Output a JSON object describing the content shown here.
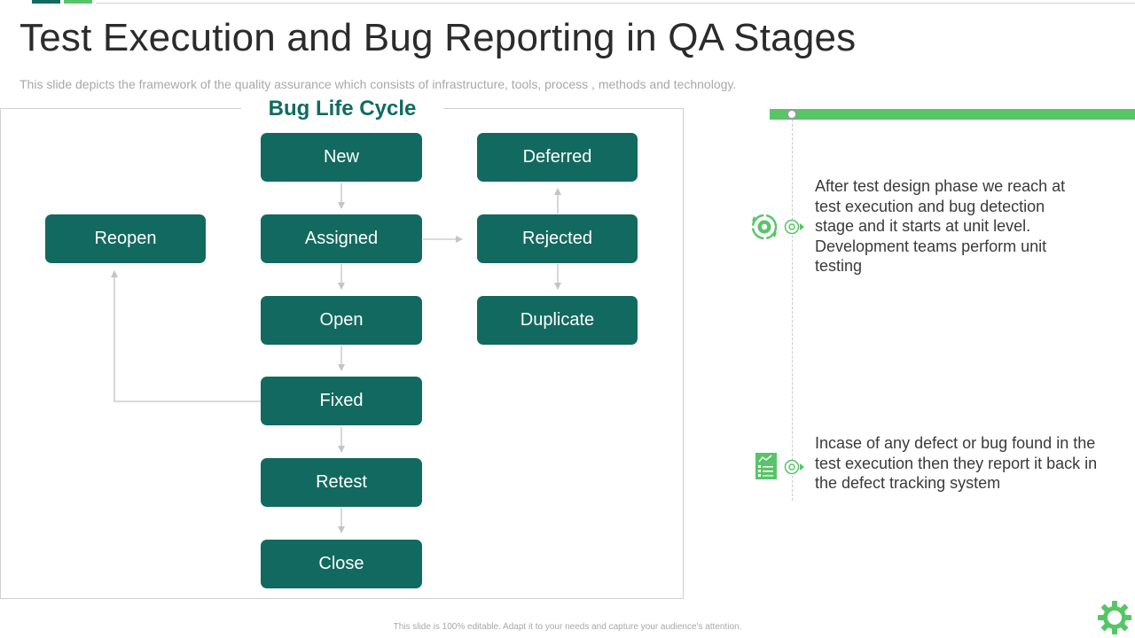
{
  "slide": {
    "title": "Test Execution and Bug Reporting in QA Stages",
    "subtitle": "This slide depicts the framework of the quality assurance which consists of infrastructure, tools, process , methods and technology."
  },
  "diagram": {
    "title": "Bug Life Cycle",
    "nodes": {
      "new": "New",
      "assigned": "Assigned",
      "open": "Open",
      "fixed": "Fixed",
      "retest": "Retest",
      "close": "Close",
      "deferred": "Deferred",
      "rejected": "Rejected",
      "duplicate": "Duplicate",
      "reopen": "Reopen"
    },
    "edges": [
      [
        "New",
        "Assigned"
      ],
      [
        "Assigned",
        "Open"
      ],
      [
        "Open",
        "Fixed"
      ],
      [
        "Fixed",
        "Retest"
      ],
      [
        "Retest",
        "Close"
      ],
      [
        "Assigned",
        "Rejected"
      ],
      [
        "Rejected",
        "Deferred"
      ],
      [
        "Rejected",
        "Duplicate"
      ],
      [
        "Fixed",
        "Reopen"
      ]
    ]
  },
  "timeline": {
    "items": [
      {
        "icon": "gear-cycle-icon",
        "text": "After test design phase we reach at test execution and bug detection stage and it starts at unit level. Development teams perform unit testing"
      },
      {
        "icon": "report-document-icon",
        "text": "Incase of any defect or bug found in the test execution then they report it back in the defect tracking system"
      }
    ]
  },
  "footer": {
    "note": "This slide is 100% editable. Adapt it to your needs and capture your audience's attention."
  },
  "colors": {
    "node_fill": "#12695f",
    "accent_green": "#57c567",
    "title_teal": "#0f6b63"
  }
}
